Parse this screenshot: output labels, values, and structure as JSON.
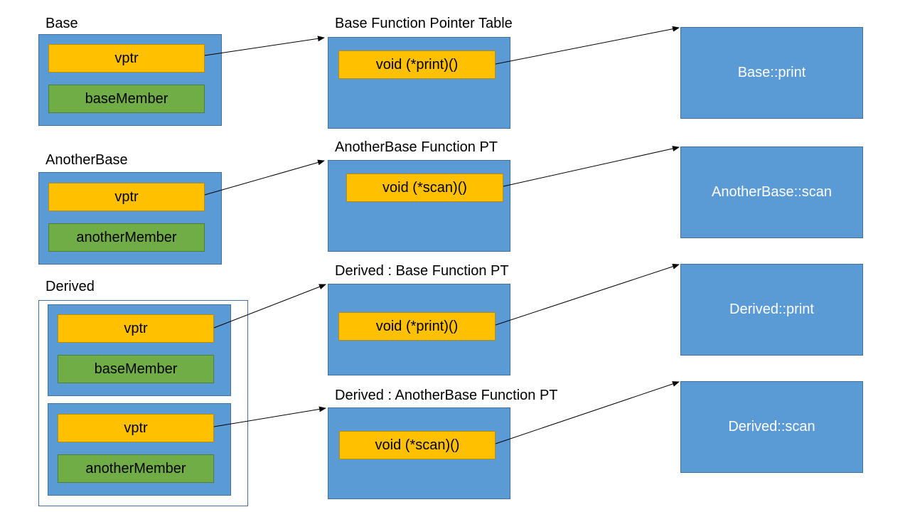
{
  "objects": {
    "base": {
      "title": "Base",
      "vptr": "vptr",
      "member": "baseMember"
    },
    "another_base": {
      "title": "AnotherBase",
      "vptr": "vptr",
      "member": "anotherMember"
    },
    "derived": {
      "title": "Derived",
      "base_part": {
        "vptr": "vptr",
        "member": "baseMember"
      },
      "another_part": {
        "vptr": "vptr",
        "member": "anotherMember"
      }
    }
  },
  "tables": {
    "base": {
      "title": "Base Function Pointer Table",
      "entry": "void (*print)()"
    },
    "another_base": {
      "title": "AnotherBase Function PT",
      "entry": "void (*scan)()"
    },
    "derived_base": {
      "title": "Derived : Base Function PT",
      "entry": "void (*print)()"
    },
    "derived_another": {
      "title": "Derived : AnotherBase Function PT",
      "entry": "void (*scan)()"
    }
  },
  "functions": {
    "base_print": "Base::print",
    "another_scan": "AnotherBase::scan",
    "derived_print": "Derived::print",
    "derived_scan": "Derived::scan"
  },
  "colors": {
    "container_blue": "#5b9bd5",
    "vptr_yellow": "#ffc000",
    "member_green": "#70ad47",
    "arrow": "#000000"
  }
}
